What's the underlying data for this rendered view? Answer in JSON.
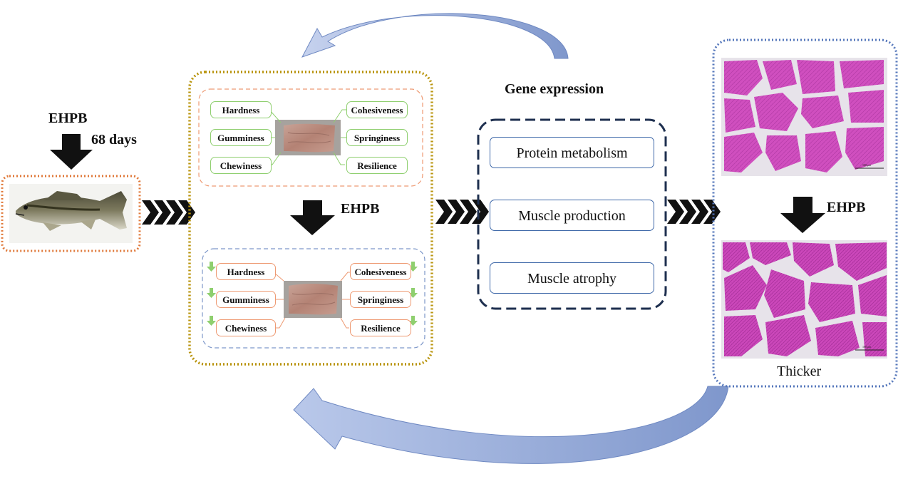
{
  "left": {
    "treatment_label": "EHPB",
    "duration_label": "68 days"
  },
  "texture": {
    "top_props": {
      "left": [
        "Hardness",
        "Gumminess",
        "Chewiness"
      ],
      "right": [
        "Cohesiveness",
        "Springiness",
        "Resilience"
      ]
    },
    "middle_label": "EHPB",
    "bottom_props": {
      "left": [
        "Hardness",
        "Gumminess",
        "Chewiness"
      ],
      "right": [
        "Cohesiveness",
        "Springiness",
        "Resilience"
      ]
    }
  },
  "genes": {
    "title": "Gene expression",
    "items": [
      "Protein metabolism",
      "Muscle production",
      "Muscle atrophy"
    ]
  },
  "histology": {
    "middle_label": "EHPB",
    "caption": "Thicker",
    "scale_label_top": "100 μm",
    "scale_label_bottom": "100 μm"
  },
  "colors": {
    "fish_frame": "#e0793a",
    "texture_frame": "#b8930a",
    "top_panel": "#ee9a73",
    "bottom_panel": "#7d97c9",
    "gene_frame": "#1e2f4f",
    "gene_box": "#3d67a8",
    "histo_frame": "#5577bb",
    "cycle_arrow": "#8ea5d4",
    "down_arrow": "#8fcf6f",
    "tissue": "#d04fbf",
    "gap": "#e6e2ea"
  }
}
